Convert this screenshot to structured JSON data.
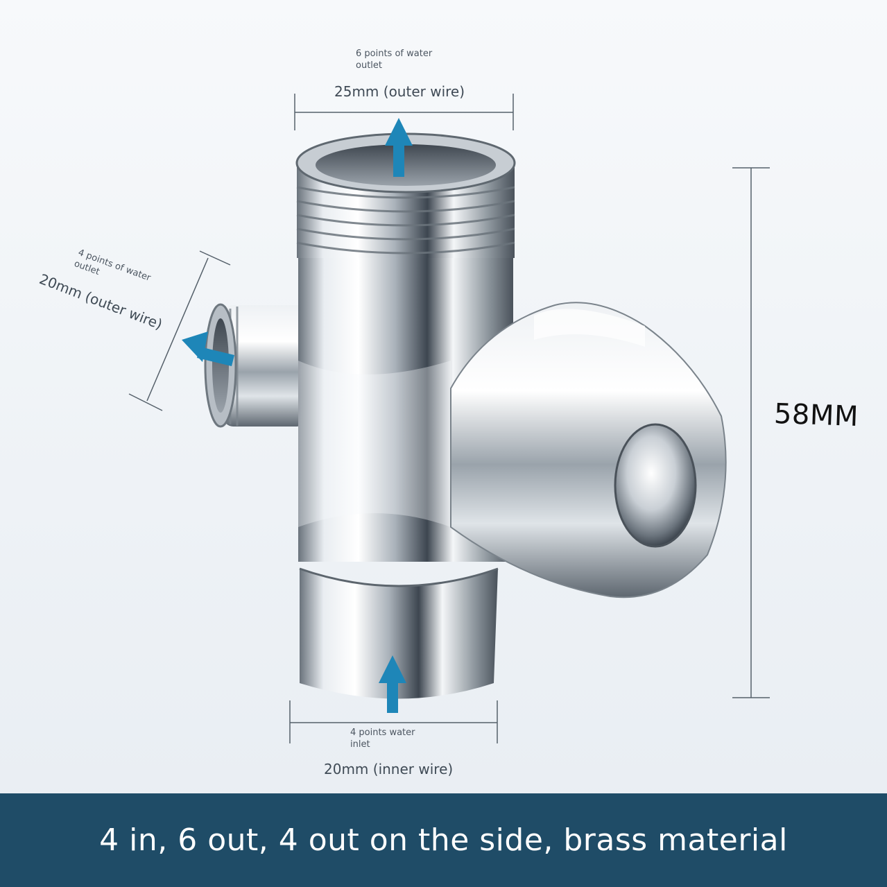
{
  "top_outlet": {
    "note": "6 points of water outlet",
    "size": "25mm (outer wire)"
  },
  "side_outlet": {
    "note": "4 points of water outlet",
    "size": "20mm (outer wire)"
  },
  "bottom_inlet": {
    "note": "4 points water inlet",
    "size": "20mm (inner wire)"
  },
  "height": "58MM",
  "caption": "4 in, 6 out, 4 out on the side, brass material",
  "colors": {
    "arrow": "#1e86b8",
    "band": "#1f4c67",
    "chrome_light": "#ffffff",
    "chrome_dark": "#5d6670"
  }
}
